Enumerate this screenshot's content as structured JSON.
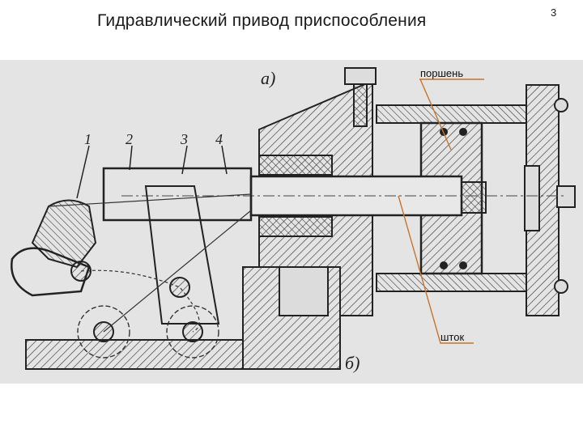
{
  "slide": {
    "title": "Гидравлический привод приспособления",
    "page_number": "3"
  },
  "drawing": {
    "view_label_top": "а)",
    "view_label_bottom": "б)",
    "part_numbers": [
      "1",
      "2",
      "3",
      "4"
    ]
  },
  "callouts": {
    "piston": "поршень",
    "rod": "шток"
  },
  "colors": {
    "paper": "#e4e4e4",
    "ink": "#2a2a2a",
    "callout_line": "#c8742a"
  }
}
